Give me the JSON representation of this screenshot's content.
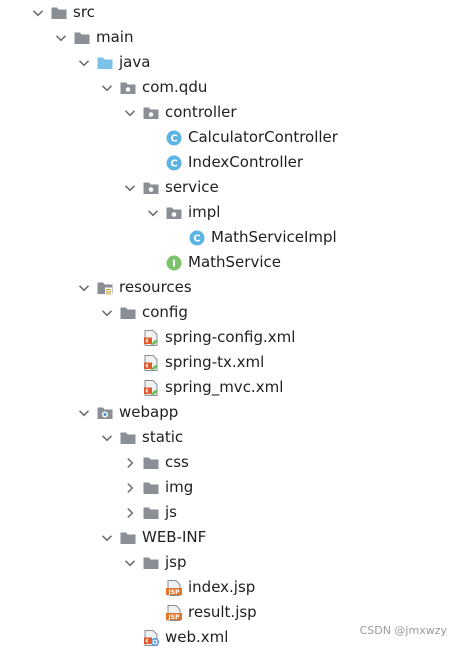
{
  "tree": [
    {
      "label": "src",
      "type": "folder",
      "depth": 0,
      "expanded": true
    },
    {
      "label": "main",
      "type": "folder",
      "depth": 1,
      "expanded": true
    },
    {
      "label": "java",
      "type": "source-folder",
      "depth": 2,
      "expanded": true
    },
    {
      "label": "com.qdu",
      "type": "package",
      "depth": 3,
      "expanded": true
    },
    {
      "label": "controller",
      "type": "package",
      "depth": 4,
      "expanded": true
    },
    {
      "label": "CalculatorController",
      "type": "class",
      "depth": 5
    },
    {
      "label": "IndexController",
      "type": "class",
      "depth": 5
    },
    {
      "label": "service",
      "type": "package",
      "depth": 4,
      "expanded": true
    },
    {
      "label": "impl",
      "type": "package",
      "depth": 5,
      "expanded": true
    },
    {
      "label": "MathServiceImpl",
      "type": "class",
      "depth": 6
    },
    {
      "label": "MathService",
      "type": "interface",
      "depth": 5
    },
    {
      "label": "resources",
      "type": "resources-folder",
      "depth": 2,
      "expanded": true
    },
    {
      "label": "config",
      "type": "folder",
      "depth": 3,
      "expanded": true
    },
    {
      "label": "spring-config.xml",
      "type": "xml",
      "depth": 4
    },
    {
      "label": "spring-tx.xml",
      "type": "xml",
      "depth": 4
    },
    {
      "label": "spring_mvc.xml",
      "type": "xml",
      "depth": 4
    },
    {
      "label": "webapp",
      "type": "web-folder",
      "depth": 2,
      "expanded": true
    },
    {
      "label": "static",
      "type": "folder",
      "depth": 3,
      "expanded": true
    },
    {
      "label": "css",
      "type": "folder",
      "depth": 4,
      "expanded": false
    },
    {
      "label": "img",
      "type": "folder",
      "depth": 4,
      "expanded": false
    },
    {
      "label": "js",
      "type": "folder",
      "depth": 4,
      "expanded": false
    },
    {
      "label": "WEB-INF",
      "type": "folder",
      "depth": 3,
      "expanded": true
    },
    {
      "label": "jsp",
      "type": "folder",
      "depth": 4,
      "expanded": true
    },
    {
      "label": "index.jsp",
      "type": "jsp",
      "depth": 5
    },
    {
      "label": "result.jsp",
      "type": "jsp",
      "depth": 5
    },
    {
      "label": "web.xml",
      "type": "web-xml",
      "depth": 4
    }
  ],
  "watermark": "CSDN @jmxwzy",
  "colors": {
    "folder": "#8a8f96",
    "source_folder": "#7cc1e8",
    "class_badge": "#5cb4e4",
    "interface_badge": "#7ec26b",
    "xml_accent": "#e05a2b",
    "jsp_badge": "#e0752b",
    "arrow": "#6b6b6b",
    "text": "#1f1f1f"
  }
}
